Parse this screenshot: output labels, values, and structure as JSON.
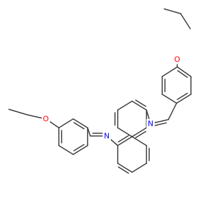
{
  "molecule": {
    "atom_labels": {
      "oxygen_top": "O",
      "oxygen_left": "O",
      "nitrogen_right": "N",
      "nitrogen_left": "N"
    },
    "colors": {
      "bond": "#3a3a3a",
      "oxygen": "#ff0000",
      "nitrogen": "#0000ff",
      "background": "#ffffff"
    }
  }
}
